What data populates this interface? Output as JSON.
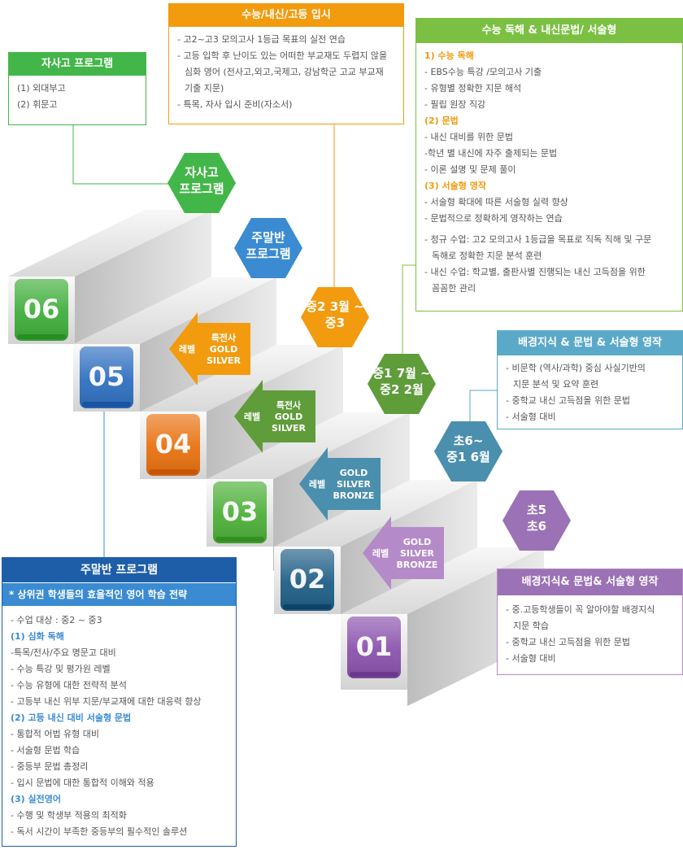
{
  "colors": {
    "green_box": "#43b649",
    "orange": "#f29b0f",
    "lime": "#7cc043",
    "teal": "#5aa9c9",
    "purple": "#9b72b5",
    "blue_dark": "#1e5ea8",
    "blue_accent": "#3a8bd1"
  },
  "box_jasago": {
    "title": "자사고 프로그램",
    "lines": [
      "(1) 외대부고",
      "(2) 휘문고"
    ]
  },
  "box_suneung": {
    "title": "수능/내신/고등 입시",
    "lines": [
      "- 고2~고3 모의고사 1등급 목표의 실전 연습",
      "- 고등 입학 후 난이도 있는 어떠한 부교재도 두렵지 않을",
      "  심화 영어 (전사고,외고,국제고, 강남학군 고교 부교재",
      "  기출 지문)",
      "- 특목, 자사 입시 준비(자소서)"
    ]
  },
  "box_dokhae": {
    "title": "수능 독해 & 내신문법/ 서술형",
    "sections": [
      {
        "title": "1) 수능 독해",
        "lines": [
          "- EBS수능 특강 /모의고사 기출",
          "- 유형별 정확한 지문 해석",
          "- 필립 원장 직강"
        ]
      },
      {
        "title": "(2) 문법",
        "lines": [
          "- 내신 대비를 위한 문법",
          "-학년 별 내신에 자주 출제되는 문법",
          "- 이론 설명 및 문제 풀이"
        ]
      },
      {
        "title": "(3) 서술형 영작",
        "lines": [
          "- 서술형 확대에 따른 서술형 실력 향상",
          "- 문법적으로 정확하게 영작하는 연습"
        ]
      }
    ],
    "extra": [
      "- 정규 수업: 고2 모의고사 1등급을 목표로 직독 직해 및 구문",
      "  독해로 정확한 지문 분석 훈련",
      "- 내신 수업: 학교별, 출판사별 진행되는 내신 고득점을 위한",
      "  꼼꼼한 관리"
    ]
  },
  "box_bg1": {
    "title": "배경지식 & 문법 & 서술형 영작",
    "lines": [
      "- 비문학 (역사/과학) 중심 사실기반의",
      "  지문 분석 및 요약 훈련",
      "- 중학교 내신 고득점을 위한 문법",
      "- 서술형 대비"
    ]
  },
  "box_bg2": {
    "title": "배경지식& 문법& 서술형 영작",
    "lines": [
      "- 중.고등학생들이 꼭 알아야할 배경지식",
      "  지문 학습",
      "- 중학교 내신 고득점을 위한 문법",
      "- 서술형 대비"
    ]
  },
  "box_weekend": {
    "title": "주말반 프로그램",
    "subtitle": "* 상위권 학생들의 효율적인 영어 학습 전략",
    "intro": "- 수업 대상 : 중2 ~ 중3",
    "sections": [
      {
        "title": "(1) 심화 독해",
        "lines": [
          "-특목/전사/주요 명문고 대비",
          "- 수능 특강 및 평가원 레벨",
          "- 수능 유형에 대한 전략적 분석",
          "- 고등부 내신 위부 지문/부교재에 대한 대응력 향상"
        ]
      },
      {
        "title": "(2) 고등 내신 대비 서술형 문법",
        "lines": [
          "- 통합적 어법 유형 대비",
          "- 서술형 문법 학습",
          "- 중등부 문법 총정리",
          "- 입시 문법에 대한 통합적 이해와 적용"
        ]
      },
      {
        "title": "(3) 실전영어",
        "lines": [
          "- 수행 및 학생부 적용의 최적화",
          "- 독서 시간이 부족한 중등부의 필수적인 솔루션"
        ]
      }
    ]
  },
  "hexes": [
    {
      "lines": [
        "자사고",
        "프로그램"
      ],
      "color": "#43b649"
    },
    {
      "lines": [
        "주말반",
        "프로그램"
      ],
      "color": "#3a8bd1"
    },
    {
      "lines": [
        "중2 3월 ~",
        "중3"
      ],
      "color": "#f29b0f"
    },
    {
      "lines": [
        "중1 7월 ~",
        "중2 2월"
      ],
      "color": "#5f9c3a"
    },
    {
      "lines": [
        "초6~",
        "중1 6월"
      ],
      "color": "#4a8fae"
    },
    {
      "lines": [
        "초5",
        "초6"
      ],
      "color": "#9b72b5"
    }
  ],
  "steps": [
    {
      "num": "06",
      "color": "#3fae3a"
    },
    {
      "num": "05",
      "color": "#2f6fc0"
    },
    {
      "num": "04",
      "color": "#e8710f"
    },
    {
      "num": "03",
      "color": "#4caf38"
    },
    {
      "num": "02",
      "color": "#1f5e86"
    },
    {
      "num": "01",
      "color": "#8a52ad"
    }
  ],
  "level_label": "레벨",
  "arrows": [
    {
      "lines": [
        "특전사",
        "GOLD",
        "SILVER"
      ],
      "color": "#f29b0f"
    },
    {
      "lines": [
        "특전사",
        "GOLD",
        "SILVER"
      ],
      "color": "#5f9c3a"
    },
    {
      "lines": [
        "GOLD",
        "SILVER",
        "BRONZE"
      ],
      "color": "#4a8fae"
    },
    {
      "lines": [
        "GOLD",
        "SILVER",
        "BRONZE"
      ],
      "color": "#b58ac8"
    }
  ]
}
